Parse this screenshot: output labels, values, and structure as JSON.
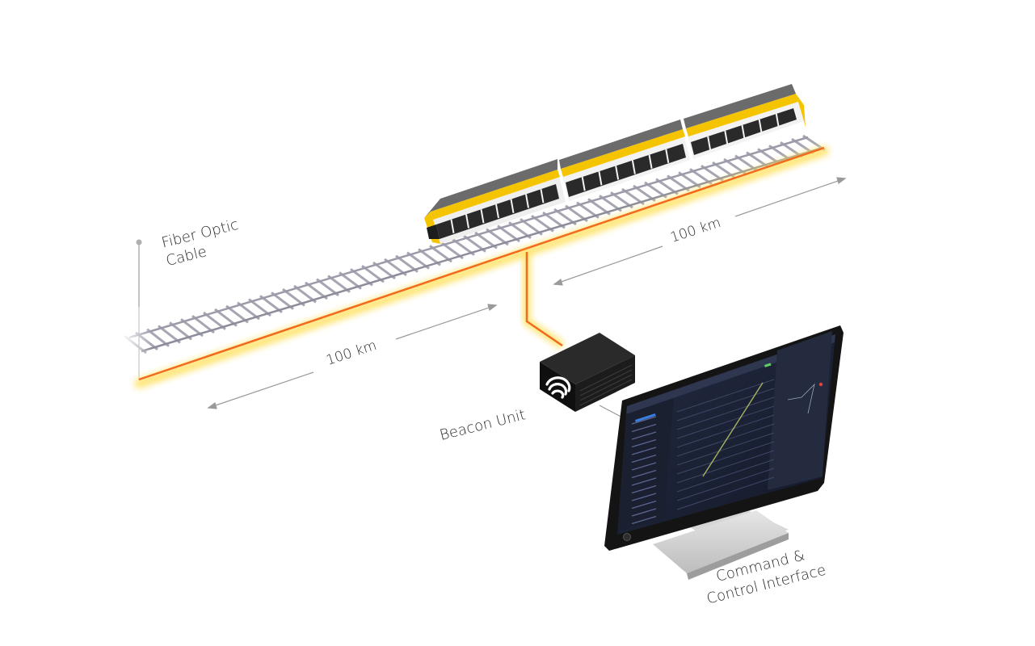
{
  "labels": {
    "fiber_line1": "Fiber Optic",
    "fiber_line2": "Cable",
    "distance_left": "100 km",
    "distance_right": "100 km",
    "beacon": "Beacon Unit",
    "command_line1": "Command &",
    "command_line2": "Control Interface"
  },
  "colors": {
    "fiber": "#f26a1b",
    "glow": "#ffe36a",
    "train_yellow": "#f5c400",
    "train_body": "#f2f2f2",
    "train_roof": "#6a6a6a",
    "arrow": "#9a9a9a",
    "beacon_box": "#1a1a1a",
    "screen_bg": "#1b2133",
    "monitor_frame": "#151515"
  },
  "icons": {
    "beacon_logo": "wave-arcs-icon",
    "monitor_power": "power-button-icon"
  }
}
